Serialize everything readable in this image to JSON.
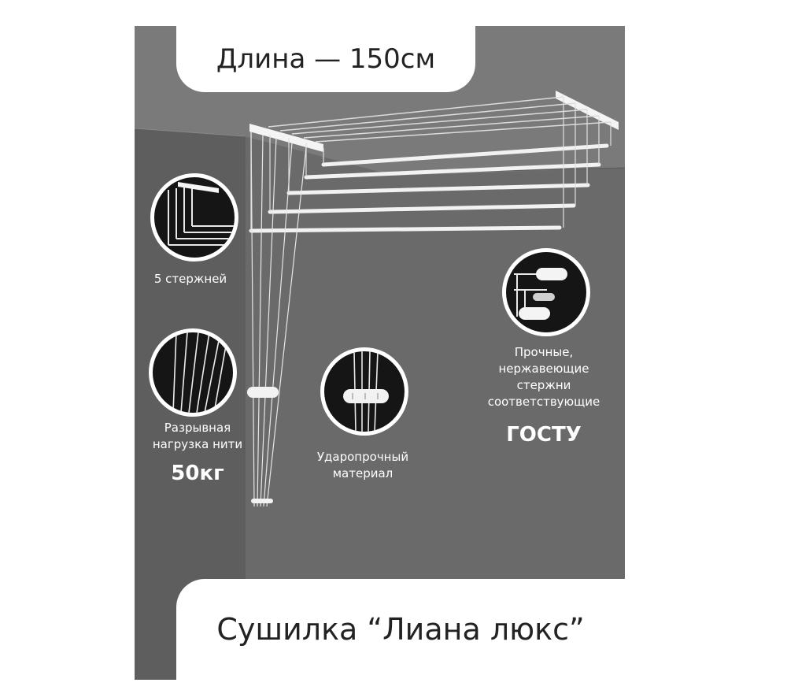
{
  "header": {
    "length_label": "Длина — 150см"
  },
  "features": {
    "rods": {
      "label": "5 стержней",
      "icon": "rods-closeup-icon"
    },
    "load": {
      "line1": "Разрывная",
      "line2": "нагрузка нити",
      "value": "50кг",
      "icon": "threads-closeup-icon"
    },
    "material": {
      "line1": "Ударопрочный",
      "line2": "материал",
      "icon": "roller-closeup-icon"
    },
    "steel": {
      "line1": "Прочные,",
      "line2": "нержавеющие",
      "line3": "стержни",
      "line4": "соответствующие",
      "standard": "ГОСТУ",
      "icon": "rod-ends-closeup-icon"
    }
  },
  "footer": {
    "product_name": "Сушилка “Лиана люкс”"
  },
  "colors": {
    "background": "#6a6a6a",
    "panel": "#ffffff",
    "circle": "#151515",
    "rod": "#f2f2f2"
  }
}
